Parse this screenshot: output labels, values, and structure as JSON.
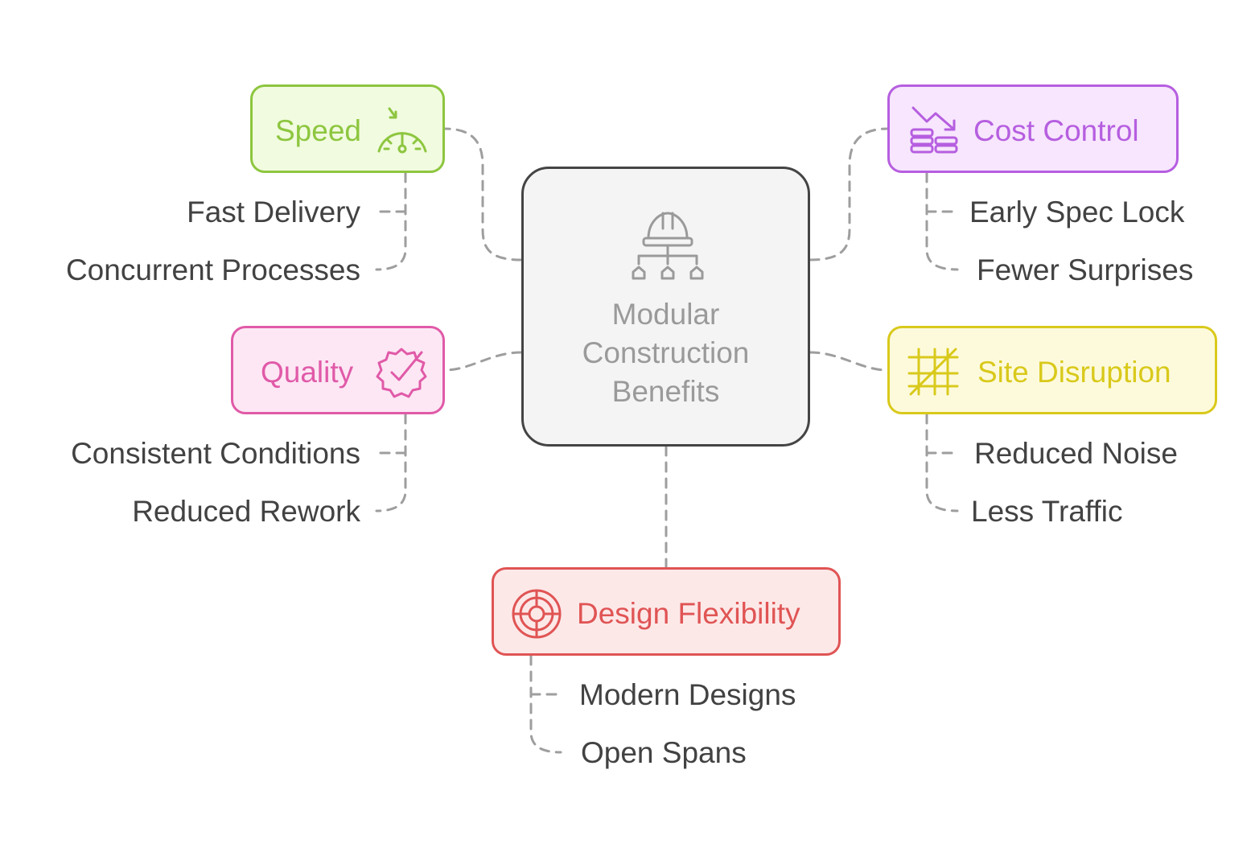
{
  "center": {
    "title_lines": [
      "Modular",
      "Construction",
      "Benefits"
    ],
    "icon": "hard-hat-hierarchy-icon"
  },
  "colors": {
    "connector": "#9e9e9e",
    "center_border": "#444444",
    "center_fill": "#f4f4f4",
    "center_text": "#9a9a9a",
    "sub_text": "#424242"
  },
  "branches": {
    "speed": {
      "label": "Speed",
      "icon": "speedometer-icon",
      "stroke": "#8dc63f",
      "fill": "#f1fbdf",
      "items": [
        "Fast Delivery",
        "Concurrent Processes"
      ]
    },
    "quality": {
      "label": "Quality",
      "icon": "badge-check-icon",
      "stroke": "#e05aa8",
      "fill": "#fde7f4",
      "items": [
        "Consistent Conditions",
        "Reduced Rework"
      ]
    },
    "cost_control": {
      "label": "Cost Control",
      "icon": "coins-trend-down-icon",
      "stroke": "#b65ee0",
      "fill": "#f7e6fd",
      "items": [
        "Early Spec Lock",
        "Fewer Surprises"
      ]
    },
    "site_disruption": {
      "label": "Site Disruption",
      "icon": "grid-slash-icon",
      "stroke": "#d9c91b",
      "fill": "#fdfadc",
      "items": [
        "Reduced Noise",
        "Less Traffic"
      ]
    },
    "design_flexibility": {
      "label": "Design Flexibility",
      "icon": "target-icon",
      "stroke": "#e05454",
      "fill": "#fde8e8",
      "items": [
        "Modern Designs",
        "Open Spans"
      ]
    }
  }
}
